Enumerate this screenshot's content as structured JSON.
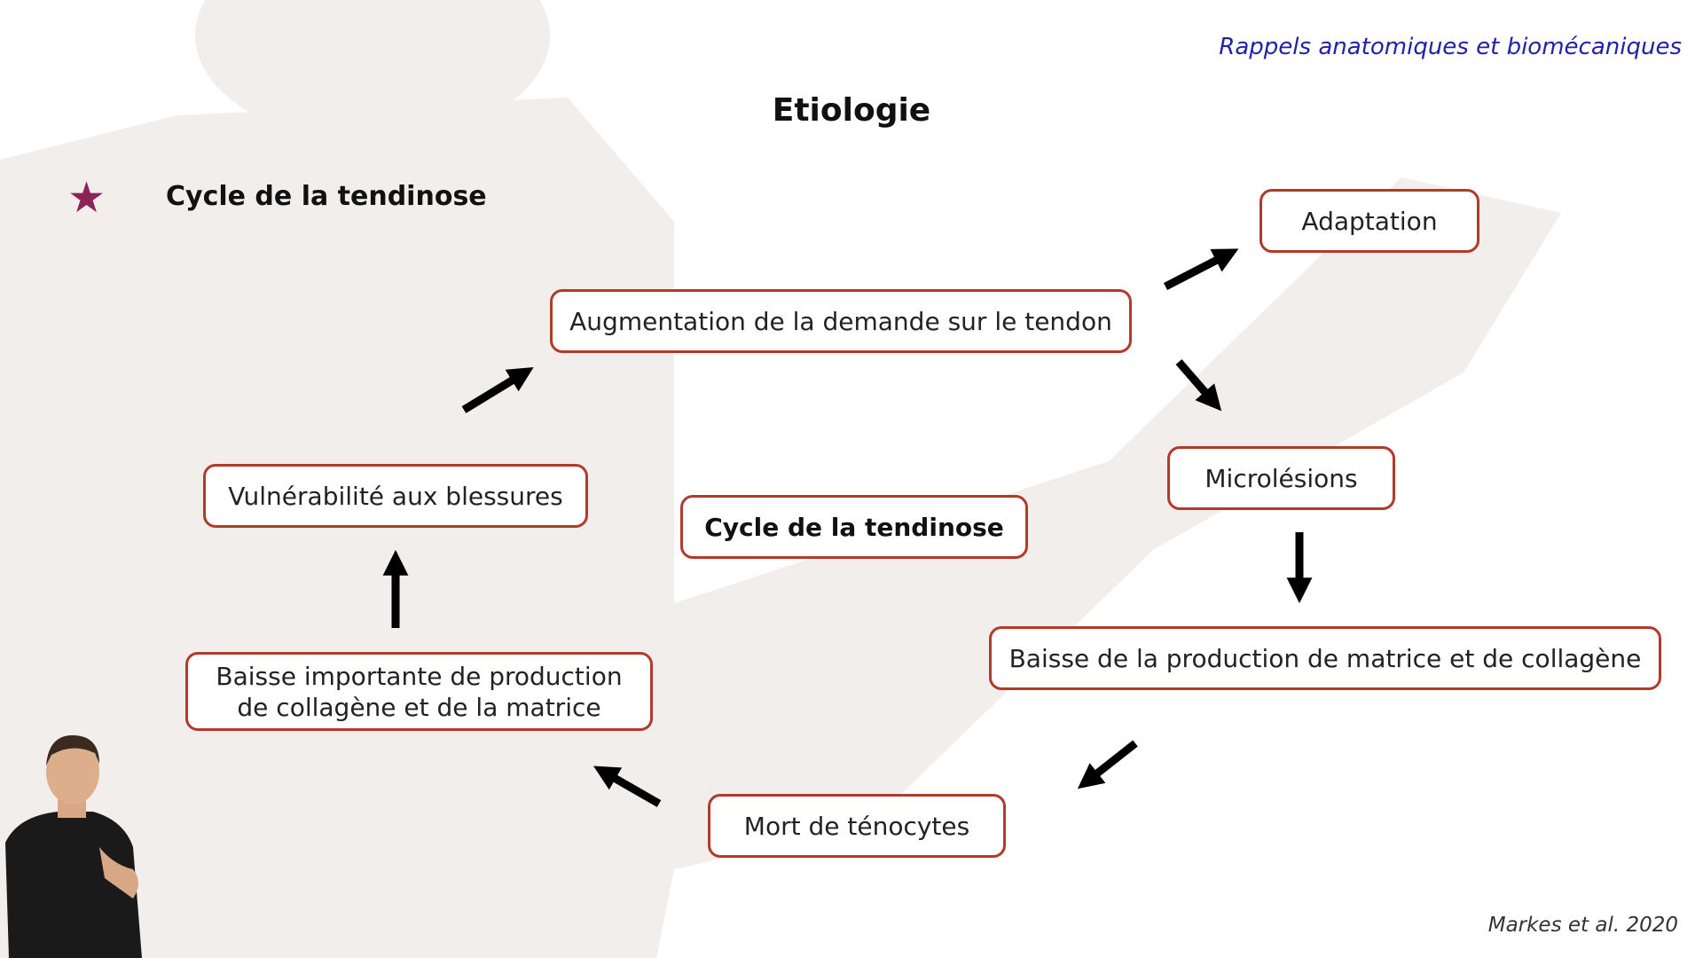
{
  "header": {
    "topic": "Rappels anatomiques et biomécaniques"
  },
  "slide": {
    "title": "Etiologie",
    "bullet": {
      "icon": "star-icon",
      "text": "Cycle de la tendinose"
    }
  },
  "diagram": {
    "center_label": "Cycle de la tendinose",
    "nodes": {
      "augmentation": "Augmentation de la demande sur le tendon",
      "adaptation": "Adaptation",
      "microlesions": "Microlésions",
      "baisse_production": "Baisse de la production de matrice et de collagène",
      "mort": "Mort de ténocytes",
      "baisse_importante": "Baisse importante de production de collagène et de la matrice",
      "vulnerabilite": "Vulnérabilité aux blessures"
    }
  },
  "footer": {
    "citation": "Markes et al. 2020"
  },
  "colors": {
    "accent_border": "#b23a2a",
    "topic_text": "#2222a8",
    "star": "#8b2459"
  }
}
